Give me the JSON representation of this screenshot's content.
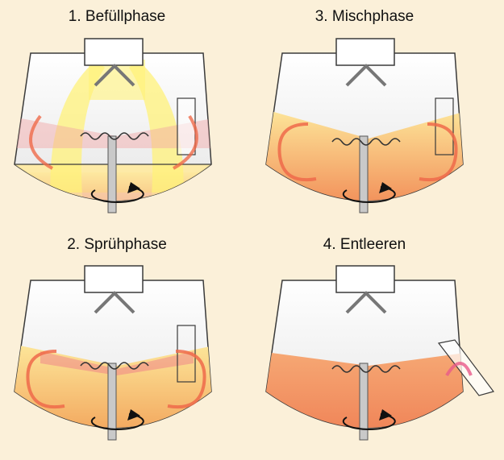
{
  "panels": [
    {
      "id": "p1",
      "label": "1. Befüllphase"
    },
    {
      "id": "p3",
      "label": "3. Mischphase"
    },
    {
      "id": "p2",
      "label": "2. Sprühphase"
    },
    {
      "id": "p4",
      "label": "4. Entleeren"
    }
  ],
  "colors": {
    "background": "#fbf0d9",
    "vessel_outline": "#3a3a3a",
    "fill_top": "#fde79a",
    "fill_bottom": "#ef7a4a",
    "flow_arrow": "#ef6a4a",
    "spray": "#f1a3a3",
    "beam": "#fff27a",
    "rotation_arrow": "#111111"
  },
  "icons": [
    "circular-flow-arrow-icon",
    "rotation-arrow-icon",
    "chevron-up-icon"
  ]
}
